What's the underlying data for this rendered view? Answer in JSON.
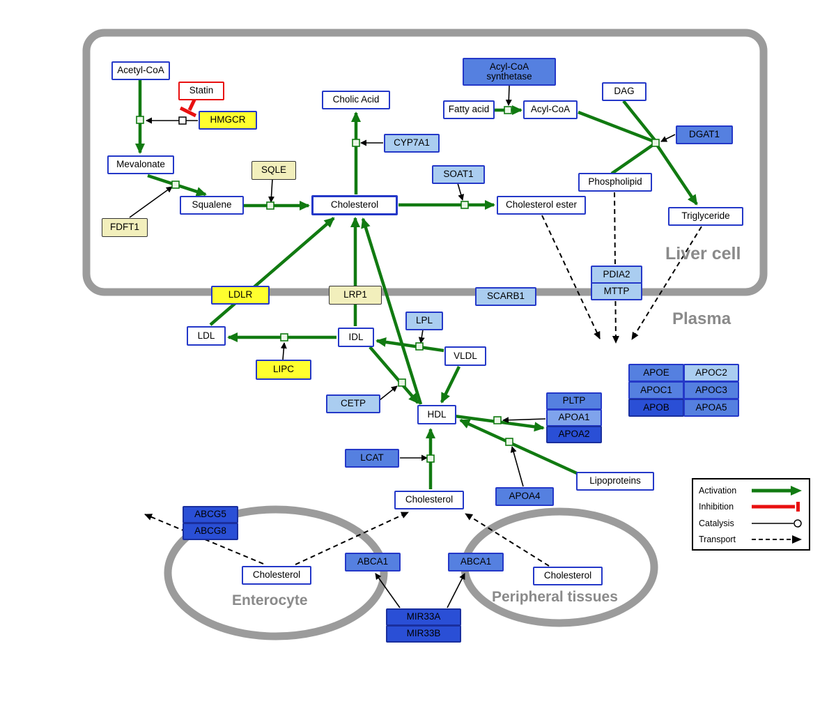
{
  "compartments": {
    "liver": "Liver cell",
    "plasma": "Plasma",
    "enterocyte": "Enterocyte",
    "peripheral": "Peripheral tissues"
  },
  "nodes": {
    "acetyl_coa": "Acetyl-CoA",
    "statin": "Statin",
    "hmgcr": "HMGCR",
    "mevalonate": "Mevalonate",
    "fdft1": "FDFT1",
    "squalene": "Squalene",
    "sqle": "SQLE",
    "cholesterol_liver": "Cholesterol",
    "cholic_acid": "Cholic Acid",
    "cyp7a1": "CYP7A1",
    "soat1": "SOAT1",
    "cholesterol_ester": "Cholesterol ester",
    "acyl_coa_synthetase": "Acyl-CoA synthetase",
    "fatty_acid": "Fatty acid",
    "acyl_coa": "Acyl-CoA",
    "dag": "DAG",
    "dgat1": "DGAT1",
    "phospholipid": "Phospholipid",
    "triglyceride": "Triglyceride",
    "pdia2": "PDIA2",
    "mttp": "MTTP",
    "scarb1": "SCARB1",
    "ldlr": "LDLR",
    "lrp1": "LRP1",
    "ldl": "LDL",
    "idl": "IDL",
    "lpl": "LPL",
    "vldl": "VLDL",
    "lipc": "LIPC",
    "cetp": "CETP",
    "hdl": "HDL",
    "pltp": "PLTP",
    "apoa1": "APOA1",
    "apoa2": "APOA2",
    "apoe": "APOE",
    "apoc2": "APOC2",
    "apoc1": "APOC1",
    "apoc3": "APOC3",
    "apob": "APOB",
    "apoa5": "APOA5",
    "lcat": "LCAT",
    "apoa4": "APOA4",
    "lipoproteins": "Lipoproteins",
    "cholesterol_plasma": "Cholesterol",
    "abcg5": "ABCG5",
    "abcg8": "ABCG8",
    "cholesterol_enterocyte": "Cholesterol",
    "abca1_enterocyte": "ABCA1",
    "abca1_peripheral": "ABCA1",
    "cholesterol_peripheral": "Cholesterol",
    "mir33a": "MIR33A",
    "mir33b": "MIR33B"
  },
  "legend": {
    "activation": "Activation",
    "inhibition": "Inhibition",
    "catalysis": "Catalysis",
    "transport": "Transport"
  },
  "colors": {
    "activation_green": "#117a11",
    "inhibition_red": "#e81010",
    "node_border_blue": "#2438c8",
    "compartment_gray": "#9b9b9b",
    "yellow": "#ffff2e",
    "pale_yellow": "#f2efbc",
    "light_blue": "#aacdf0",
    "medium_blue": "#5580e0",
    "dark_blue": "#2a4fd6"
  },
  "edges": [
    {
      "from": "Acetyl-CoA",
      "to": "Mevalonate",
      "type": "activation",
      "catalyst": "HMGCR"
    },
    {
      "from": "Statin",
      "to": "HMGCR",
      "type": "inhibition"
    },
    {
      "from": "Mevalonate",
      "to": "Squalene",
      "type": "activation",
      "catalyst": "FDFT1"
    },
    {
      "from": "Squalene",
      "to": "Cholesterol",
      "type": "activation",
      "catalyst": "SQLE"
    },
    {
      "from": "Cholesterol",
      "to": "Cholic Acid",
      "type": "activation",
      "catalyst": "CYP7A1"
    },
    {
      "from": "Cholesterol",
      "to": "Cholesterol ester",
      "type": "activation",
      "catalyst": "SOAT1"
    },
    {
      "from": "Fatty acid",
      "to": "Acyl-CoA",
      "type": "activation",
      "catalyst": "Acyl-CoA synthetase"
    },
    {
      "from": "Acyl-CoA",
      "to": "Triglyceride",
      "type": "activation",
      "catalyst": "DGAT1"
    },
    {
      "from": "DAG",
      "to": "Triglyceride",
      "type": "activation",
      "catalyst": "DGAT1"
    },
    {
      "from": "Phospholipid",
      "to": "Triglyceride",
      "type": "activation",
      "catalyst": "DGAT1"
    },
    {
      "from": "LDL",
      "to": "Cholesterol",
      "type": "activation",
      "via": "LDLR"
    },
    {
      "from": "IDL",
      "to": "Cholesterol",
      "type": "activation",
      "via": "LRP1"
    },
    {
      "from": "HDL",
      "to": "Cholesterol",
      "type": "activation",
      "via": "SCARB1"
    },
    {
      "from": "IDL",
      "to": "LDL",
      "type": "activation",
      "catalyst": "LIPC"
    },
    {
      "from": "VLDL",
      "to": "IDL",
      "type": "activation",
      "catalyst": "LPL"
    },
    {
      "from": "IDL",
      "to": "HDL",
      "type": "activation",
      "catalyst": "CETP"
    },
    {
      "from": "VLDL",
      "to": "HDL",
      "type": "activation"
    },
    {
      "from": "Cholesterol",
      "to": "HDL",
      "type": "activation",
      "catalyst": "LCAT"
    },
    {
      "from": "HDL",
      "to": "Lipoproteins",
      "type": "activation",
      "catalyst": "APOA1/APOA2"
    },
    {
      "from": "Lipoproteins",
      "to": "HDL",
      "type": "activation",
      "catalyst": "APOA4"
    },
    {
      "from": "Cholesterol ester",
      "to": "Plasma",
      "type": "transport"
    },
    {
      "from": "Phospholipid",
      "to": "Plasma",
      "type": "transport",
      "via": "PDIA2/MTTP"
    },
    {
      "from": "Triglyceride",
      "to": "Plasma",
      "type": "transport"
    },
    {
      "from": "Cholesterol (enterocyte)",
      "to": "Cholesterol (plasma)",
      "type": "transport",
      "via": "ABCA1"
    },
    {
      "from": "Cholesterol (peripheral tissues)",
      "to": "Cholesterol (plasma)",
      "type": "transport",
      "via": "ABCA1"
    },
    {
      "from": "Cholesterol (enterocyte)",
      "to": "(efflux)",
      "type": "transport",
      "via": "ABCG5/ABCG8"
    },
    {
      "from": "MIR33A/MIR33B",
      "to": "ABCA1",
      "type": "catalysis"
    }
  ]
}
